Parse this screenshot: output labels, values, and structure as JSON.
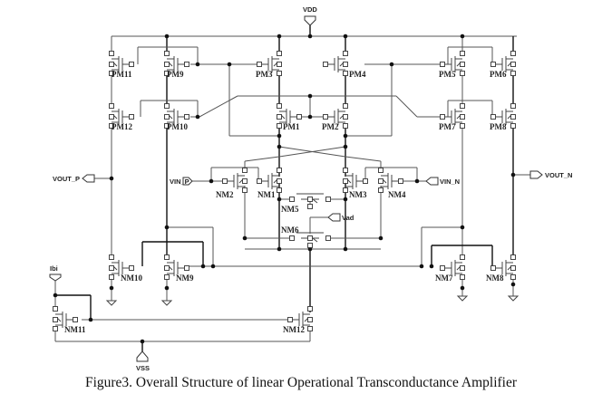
{
  "figure": {
    "caption": "Figure3. Overall Structure of linear Operational Transconductance Amplifier"
  },
  "ports": {
    "vdd": "VDD",
    "vss": "VSS",
    "vout_p": "VOUT_P",
    "vout_n": "VOUT_N",
    "vin_p": "VIN_P",
    "vin_n": "VIN_N",
    "vad": "Vad",
    "ibi": "Ibi"
  },
  "transistors": {
    "pmos": [
      "PM11",
      "PM9",
      "PM3",
      "PM4",
      "PM5",
      "PM6",
      "PM12",
      "PM10",
      "PM1",
      "PM2",
      "PM7",
      "PM8"
    ],
    "nmos": [
      "NM2",
      "NM1",
      "NM3",
      "NM4",
      "NM5",
      "NM6",
      "NM10",
      "NM9",
      "NM7",
      "NM8",
      "NM11",
      "NM12"
    ]
  }
}
